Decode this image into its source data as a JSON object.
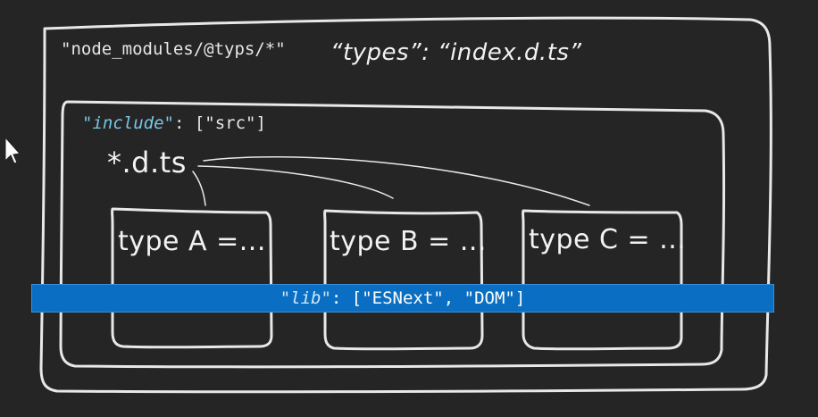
{
  "outer": {
    "path_text": "\"node_modules/@typs/*\"",
    "types_key": "“types”",
    "types_colon": ":",
    "types_value": "“index.d.ts”"
  },
  "inner": {
    "include_key": "\"include\"",
    "include_rest": ": [\"src\"]",
    "glob": "*.d.ts",
    "files": [
      {
        "label": "type A =..."
      },
      {
        "label": "type B = ..."
      },
      {
        "label": "type C = ..."
      }
    ]
  },
  "lib": {
    "key": "\"lib\"",
    "rest": ": [\"ESNext\", \"DOM\"]"
  },
  "colors": {
    "background": "#252525",
    "stroke": "#e8e8e8",
    "key_blue": "#79c5e6",
    "lib_bar": "#0a6fc2"
  }
}
